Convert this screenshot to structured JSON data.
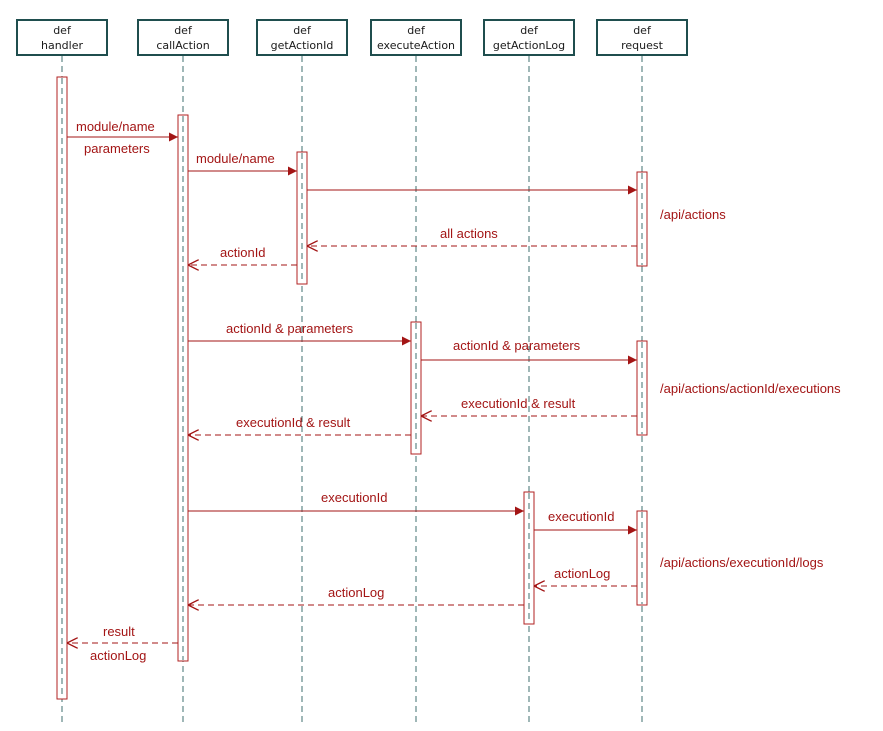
{
  "participants": [
    {
      "line1": "def",
      "line2": "handler"
    },
    {
      "line1": "def",
      "line2": "callAction"
    },
    {
      "line1": "def",
      "line2": "getActionId"
    },
    {
      "line1": "def",
      "line2": "executeAction"
    },
    {
      "line1": "def",
      "line2": "getActionLog"
    },
    {
      "line1": "def",
      "line2": "request"
    }
  ],
  "messages": [
    {
      "lines": [
        "module/name",
        "parameters"
      ],
      "kind": "call"
    },
    {
      "lines": [
        "module/name"
      ],
      "kind": "call"
    },
    {
      "lines": [],
      "kind": "call"
    },
    {
      "lines": [
        "all actions"
      ],
      "kind": "return"
    },
    {
      "lines": [
        "actionId"
      ],
      "kind": "return"
    },
    {
      "lines": [
        "actionId & parameters"
      ],
      "kind": "call"
    },
    {
      "lines": [
        "actionId & parameters"
      ],
      "kind": "call"
    },
    {
      "lines": [
        "executionId & result"
      ],
      "kind": "return"
    },
    {
      "lines": [
        "executionId & result"
      ],
      "kind": "return"
    },
    {
      "lines": [
        "executionId"
      ],
      "kind": "call"
    },
    {
      "lines": [
        "executionId"
      ],
      "kind": "call"
    },
    {
      "lines": [
        "actionLog"
      ],
      "kind": "return"
    },
    {
      "lines": [
        "actionLog"
      ],
      "kind": "return"
    },
    {
      "lines": [
        "result",
        "actionLog"
      ],
      "kind": "return"
    }
  ],
  "notes": [
    "/api/actions",
    "/api/actions/actionId/executions",
    "/api/actions/executionId/logs"
  ],
  "colors": {
    "message": "#a31515",
    "activation_border": "#b22222",
    "header_border": "#1f4e4e",
    "lifeline": "#3f6f6f"
  }
}
